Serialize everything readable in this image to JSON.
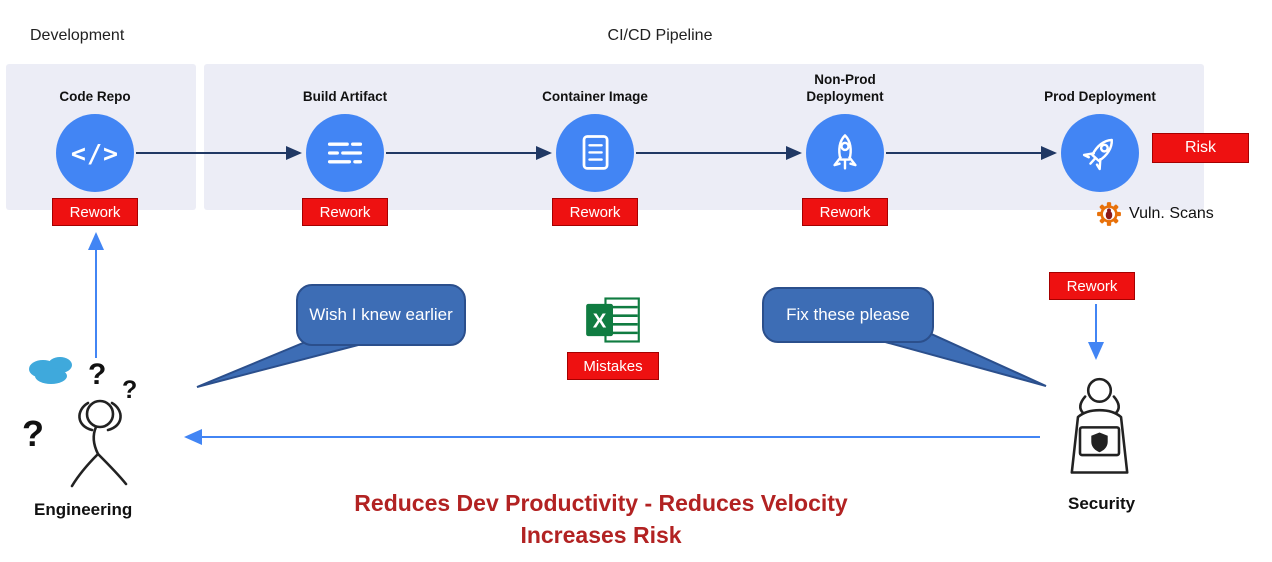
{
  "colors": {
    "circle_blue": "#4285F4",
    "badge_red": "#EE1111",
    "bubble_blue": "#3D6DB5",
    "band_lavender": "#ECEDF6",
    "arrow_navy": "#203864",
    "arrow_blue": "#4285F4",
    "footer_red": "#B22222",
    "excel_green": "#107C41",
    "gear_orange": "#E8710A"
  },
  "sections": {
    "development": "Development",
    "cicd": "CI/CD Pipeline"
  },
  "pipeline": {
    "stages": [
      {
        "label": "Code Repo",
        "icon": "code-icon",
        "icon_text": "</>",
        "badge": "Rework"
      },
      {
        "label": "Build Artifact",
        "icon": "build-artifact-icon",
        "badge": "Rework"
      },
      {
        "label": "Container Image",
        "icon": "container-image-icon",
        "badge": "Rework"
      },
      {
        "label": "Non-Prod Deployment",
        "icon": "rocket-outline-icon",
        "badge": "Rework"
      },
      {
        "label": "Prod Deployment",
        "icon": "rocket-launch-icon"
      }
    ],
    "risk_badge": "Risk"
  },
  "security_flow": {
    "vuln_scans": "Vuln. Scans",
    "rework_badge": "Rework"
  },
  "speech": {
    "engineering_bubble": "Wish I knew earlier",
    "security_bubble": "Fix these please"
  },
  "mistakes": {
    "badge": "Mistakes"
  },
  "actors": {
    "engineering": "Engineering",
    "security": "Security"
  },
  "footer": {
    "line1": "Reduces Dev Productivity -  Reduces Velocity",
    "line2": "Increases Risk"
  }
}
